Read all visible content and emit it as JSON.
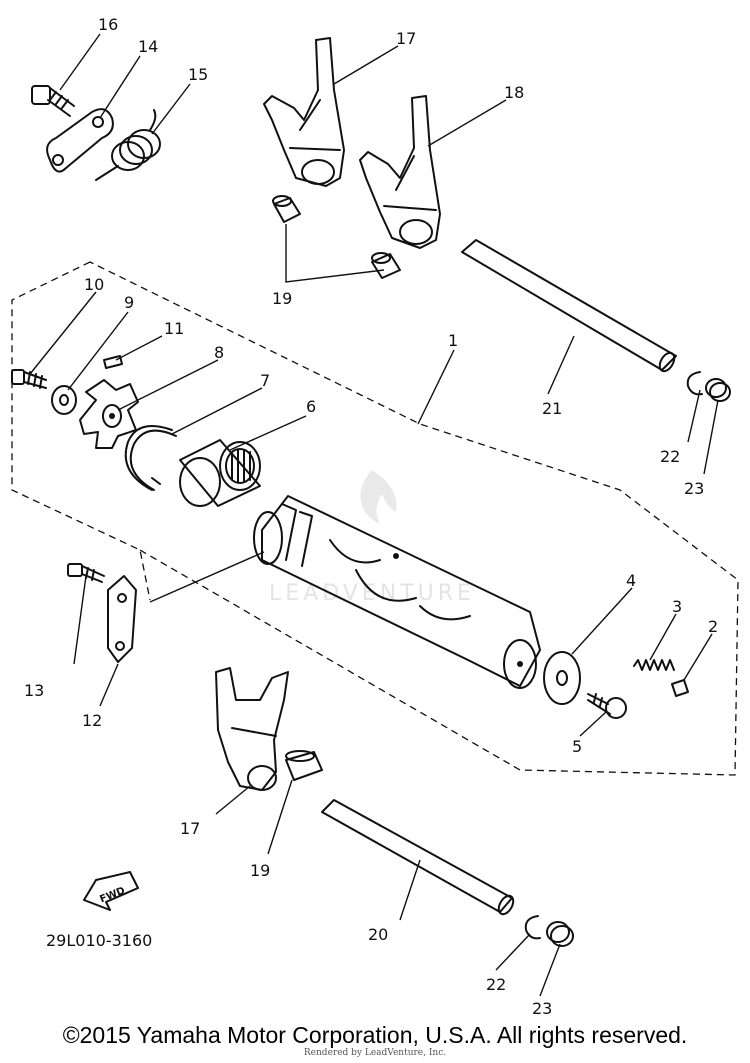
{
  "callouts": [
    "1",
    "2",
    "3",
    "4",
    "5",
    "6",
    "7",
    "8",
    "9",
    "10",
    "11",
    "12",
    "13",
    "14",
    "15",
    "16",
    "17",
    "18",
    "19",
    "20",
    "21",
    "22",
    "23"
  ],
  "labels": {
    "l1": "1",
    "l2": "2",
    "l3": "3",
    "l4": "4",
    "l5": "5",
    "l6": "6",
    "l7": "7",
    "l8": "8",
    "l9": "9",
    "l10": "10",
    "l11": "11",
    "l12": "12",
    "l13": "13",
    "l14": "14",
    "l15": "15",
    "l16": "16",
    "l17a": "17",
    "l17b": "17",
    "l18": "18",
    "l19a": "19",
    "l19b": "19",
    "l20": "20",
    "l21": "21",
    "l22a": "22",
    "l22b": "22",
    "l23a": "23",
    "l23b": "23"
  },
  "diagram_code": "29L010-3160",
  "fwd_label": "FWD",
  "watermark": "LEADVENTURE",
  "copyright": "©2015 Yamaha Motor Corporation, U.S.A. All rights reserved.",
  "rendered_by": "Rendered by LeadVenture, Inc."
}
